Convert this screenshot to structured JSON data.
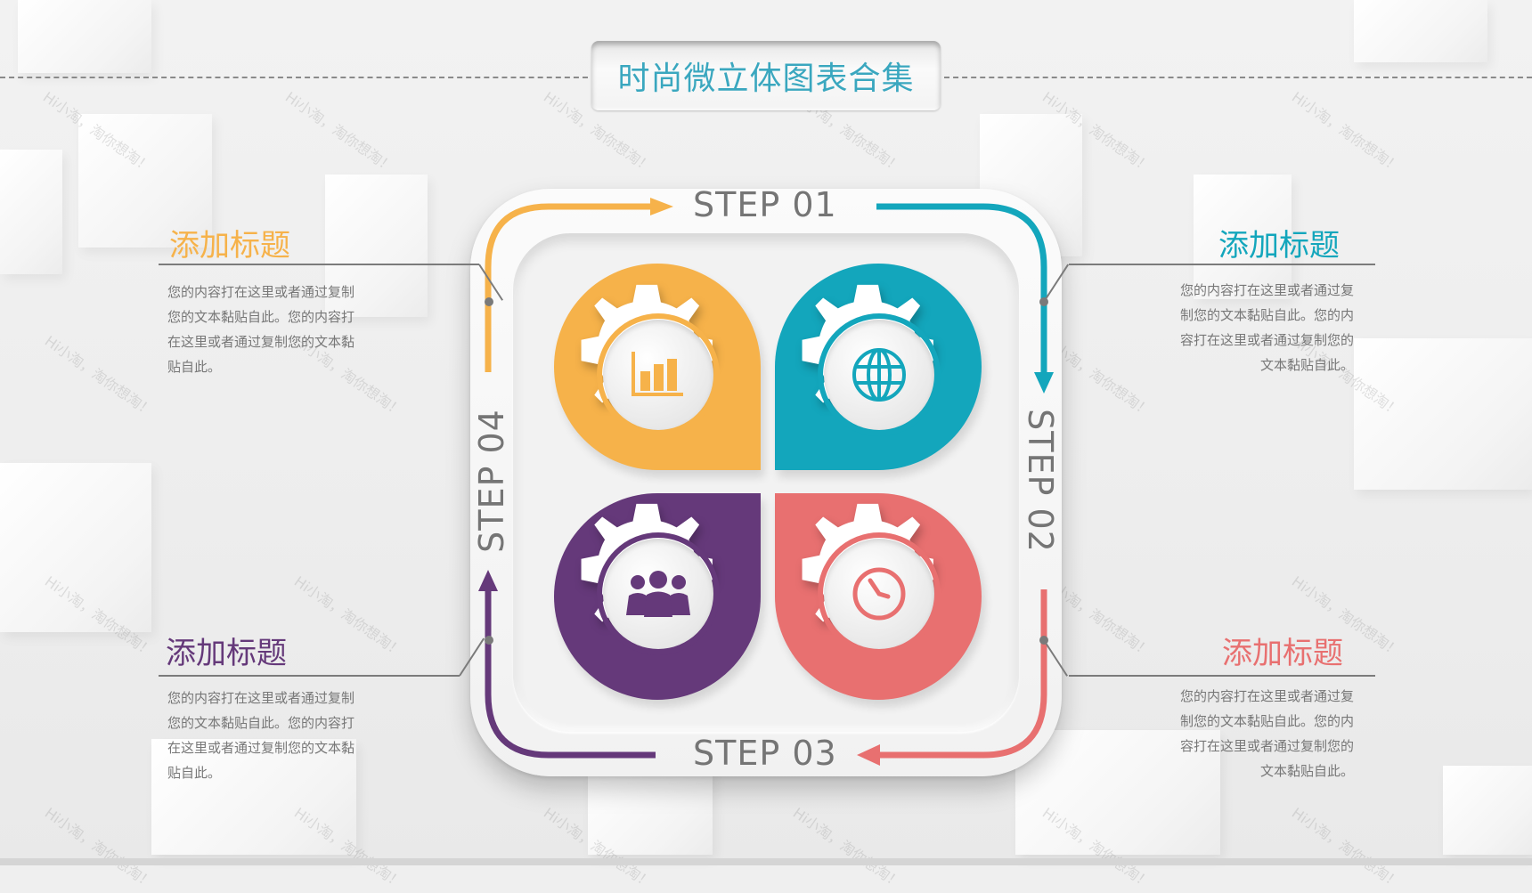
{
  "title": "时尚微立体图表合集",
  "colors": {
    "step1": "#F6B24A",
    "step2": "#13A6BC",
    "step3": "#E87070",
    "step4": "#65397A",
    "title_text": "#3AA7BF",
    "step_label": "#757575",
    "body_text": "#777777"
  },
  "steps": [
    {
      "label": "STEP 01",
      "color": "#F6B24A",
      "icon": "bar-chart-icon"
    },
    {
      "label": "STEP 02",
      "color": "#13A6BC",
      "icon": "globe-icon"
    },
    {
      "label": "STEP 03",
      "color": "#E87070",
      "icon": "clock-icon"
    },
    {
      "label": "STEP 04",
      "color": "#65397A",
      "icon": "team-icon"
    }
  ],
  "callouts": {
    "top_left": {
      "title": "添加标题",
      "lines": [
        "您的内容打在这里或者通过复制",
        "您的文本黏贴自此。您的内容打",
        "在这里或者通过复制您的文本黏",
        "贴自此。"
      ]
    },
    "top_right": {
      "title": "添加标题",
      "lines": [
        "您的内容打在这里或者通过复",
        "制您的文本黏贴自此。您的内",
        "容打在这里或者通过复制您的",
        "文本黏贴自此。"
      ]
    },
    "bottom_left": {
      "title": "添加标题",
      "lines": [
        "您的内容打在这里或者通过复制",
        "您的文本黏贴自此。您的内容打",
        "在这里或者通过复制您的文本黏",
        "贴自此。"
      ]
    },
    "bottom_right": {
      "title": "添加标题",
      "lines": [
        "您的内容打在这里或者通过复",
        "制您的文本黏贴自此。您的内",
        "容打在这里或者通过复制您的",
        "文本黏贴自此。"
      ]
    }
  },
  "watermark": "Hi小淘，淘你想淘！"
}
